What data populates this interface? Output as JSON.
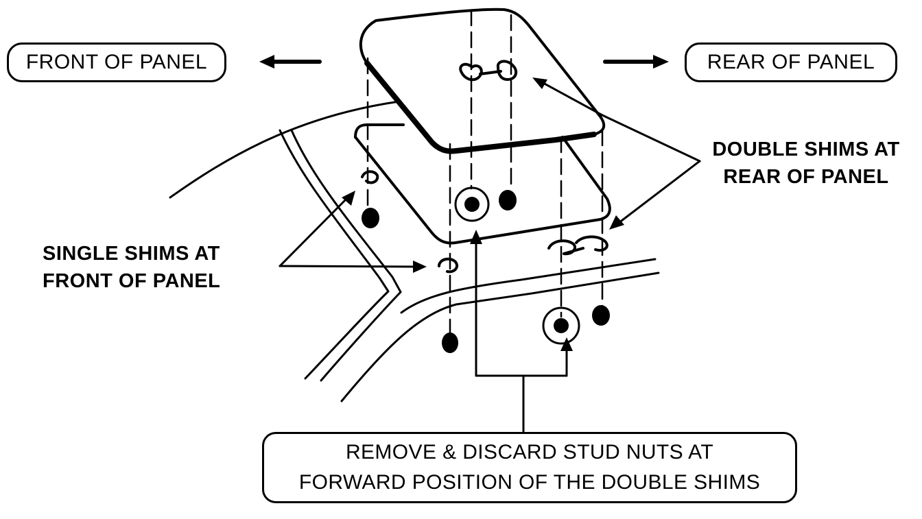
{
  "labels": {
    "front_of_panel": "FRONT OF PANEL",
    "rear_of_panel": "REAR OF PANEL",
    "double_shims_line1": "DOUBLE SHIMS AT",
    "double_shims_line2": "REAR OF PANEL",
    "single_shims_line1": "SINGLE SHIMS AT",
    "single_shims_line2": "FRONT OF PANEL",
    "callout_line1": "REMOVE & DISCARD STUD NUTS AT",
    "callout_line2": "FORWARD POSITION OF THE DOUBLE SHIMS"
  },
  "colors": {
    "ink": "#000000",
    "background": "#ffffff"
  }
}
